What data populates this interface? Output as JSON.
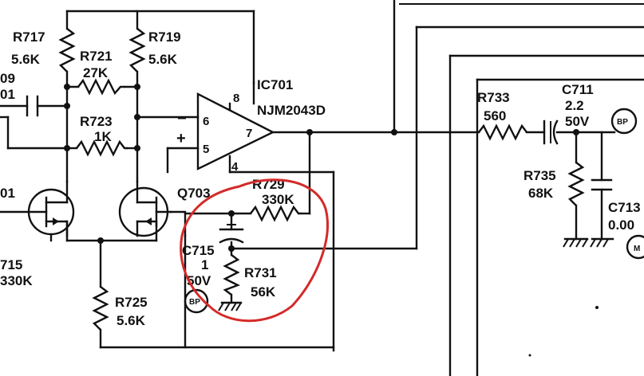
{
  "components": {
    "r717": {
      "ref": "R717",
      "value": "5.6K"
    },
    "r721": {
      "ref": "R721",
      "value": "27K"
    },
    "r719": {
      "ref": "R719",
      "value": "5.6K"
    },
    "r723": {
      "ref": "R723",
      "value": "1K"
    },
    "ic701": {
      "ref": "IC701",
      "part": "NJM2043D",
      "pin_inv": "6",
      "pin_noninv": "5",
      "pin_out": "7",
      "pin_vplus": "8",
      "pin_vminus": "4",
      "minus_sign": "−",
      "plus_sign": "+"
    },
    "r729": {
      "ref": "R729",
      "value": "330K"
    },
    "q703": {
      "ref": "Q703"
    },
    "q701_fragment": {
      "ref": "01"
    },
    "c709_fragment": {
      "ref": "09",
      "sub": "01"
    },
    "r715_fragment": {
      "ref": "715",
      "value": "330K"
    },
    "c715": {
      "ref": "C715",
      "value": "1",
      "voltage": "50V"
    },
    "r731": {
      "ref": "R731",
      "value": "56K"
    },
    "r725": {
      "ref": "R725",
      "value": "5.6K"
    },
    "bp_left": {
      "label": "BP"
    },
    "r733": {
      "ref": "R733",
      "value": "560"
    },
    "c711": {
      "ref": "C711",
      "value": "2.2",
      "voltage": "50V"
    },
    "bp_right": {
      "label": "BP"
    },
    "r735": {
      "ref": "R735",
      "value": "68K"
    },
    "c713_fragment": {
      "ref": "C713",
      "value": "0.00"
    },
    "m_fragment": {
      "label": "M"
    }
  },
  "annotation": {
    "color": "#d42a2a",
    "shape": "hand-drawn circle"
  }
}
